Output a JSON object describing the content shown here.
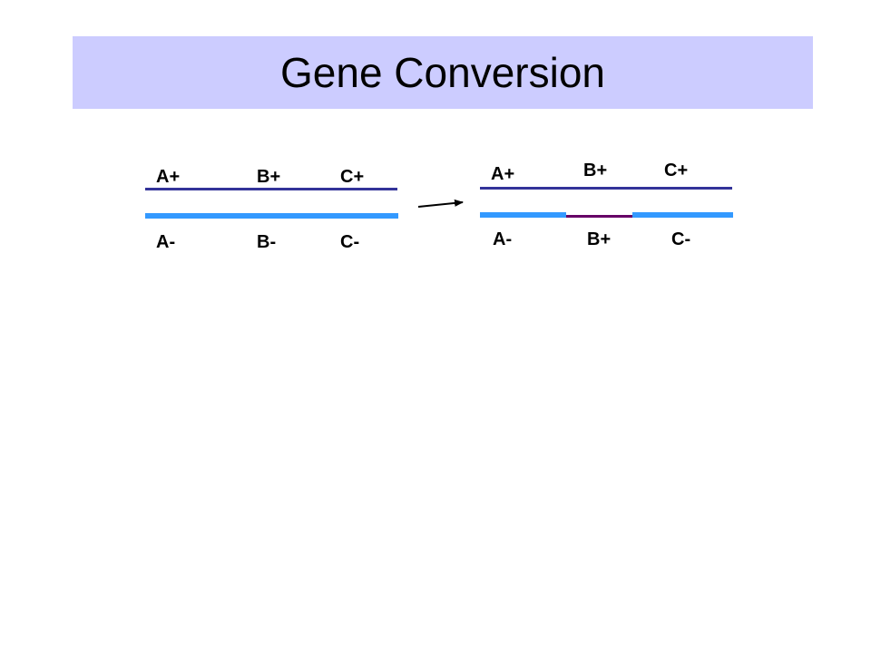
{
  "title": "Gene Conversion",
  "colors": {
    "title_bar": "#ccccff",
    "strand_dark": "#333399",
    "strand_light": "#3399ff",
    "conversion_segment": "#660066",
    "arrow": "#000000"
  },
  "before": {
    "top_strand": {
      "labels": [
        "A+",
        "B+",
        "C+"
      ]
    },
    "bottom_strand": {
      "labels": [
        "A-",
        "B-",
        "C-"
      ]
    }
  },
  "after": {
    "top_strand": {
      "labels": [
        "A+",
        "B+",
        "C+"
      ]
    },
    "bottom_strand": {
      "labels": [
        "A-",
        "B+",
        "C-"
      ]
    }
  }
}
